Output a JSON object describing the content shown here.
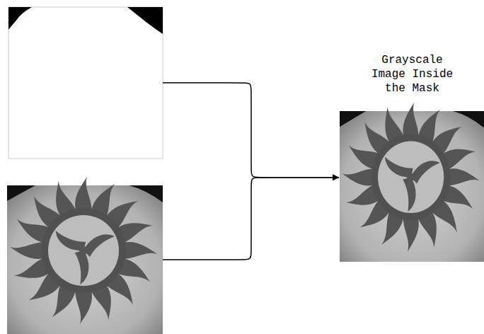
{
  "diagram": {
    "nodes": [
      {
        "text": []
      },
      {
        "text": []
      },
      {
        "text": [
          "Grayscale Image Inside the Mask"
        ]
      }
    ],
    "edges": [
      {
        "from": 0,
        "to": 2,
        "arrow": "to"
      },
      {
        "from": 1,
        "to": 2,
        "arrow": "to"
      }
    ]
  }
}
